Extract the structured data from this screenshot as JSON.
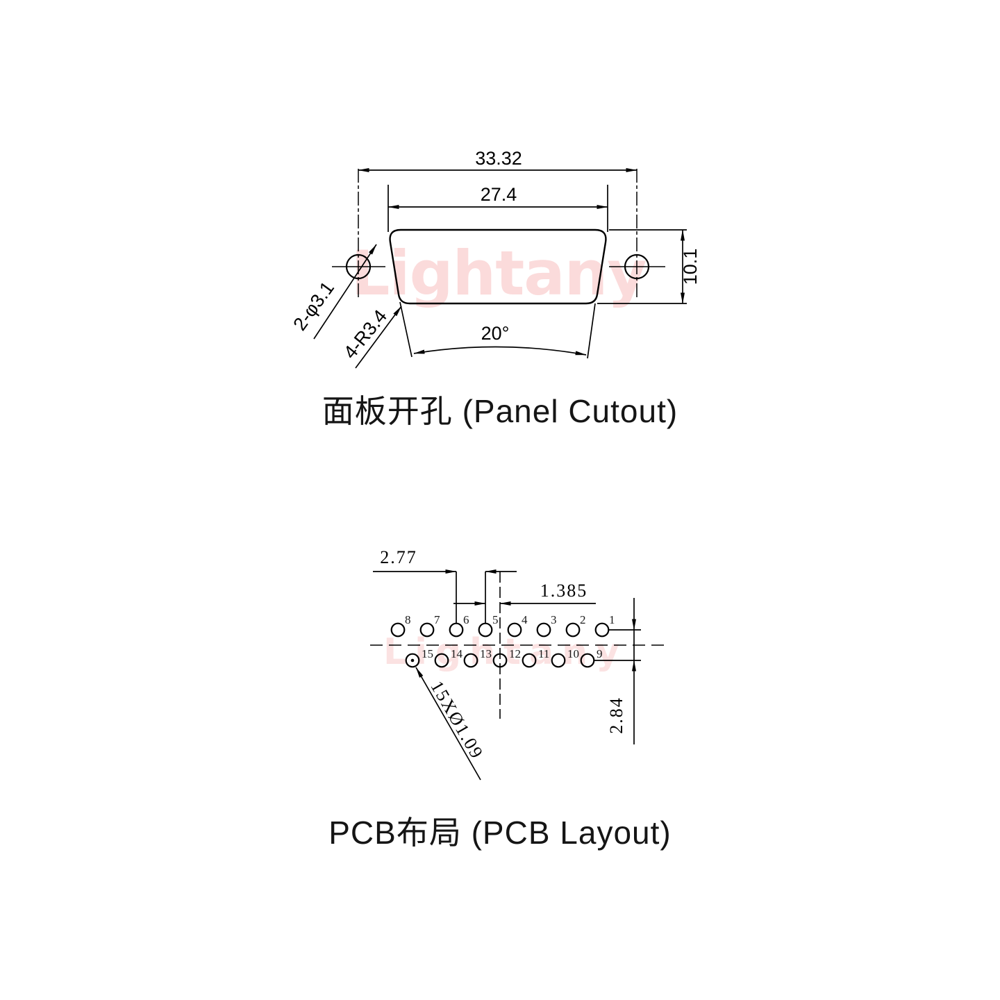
{
  "watermark": {
    "text": "Lightany",
    "color": "#fbdbdb"
  },
  "panel": {
    "caption": "面板开孔 (Panel Cutout)",
    "dim_total_width": "33.32",
    "dim_cutout_width": "27.4",
    "dim_height": "10.1",
    "dim_angle": "20°",
    "label_mount_holes": "2-φ3.1",
    "label_corner_radius": "4-R3.4"
  },
  "pcb": {
    "caption": "PCB布局 (PCB Layout)",
    "dim_pitch": "2.77",
    "dim_half_pitch": "1.385",
    "dim_row_spacing": "2.84",
    "label_holes": "15XØ1.09",
    "pins_top": [
      "8",
      "7",
      "6",
      "5",
      "4",
      "3",
      "2",
      "1"
    ],
    "pins_bottom": [
      "15",
      "14",
      "13",
      "12",
      "11",
      "10",
      "9"
    ]
  }
}
